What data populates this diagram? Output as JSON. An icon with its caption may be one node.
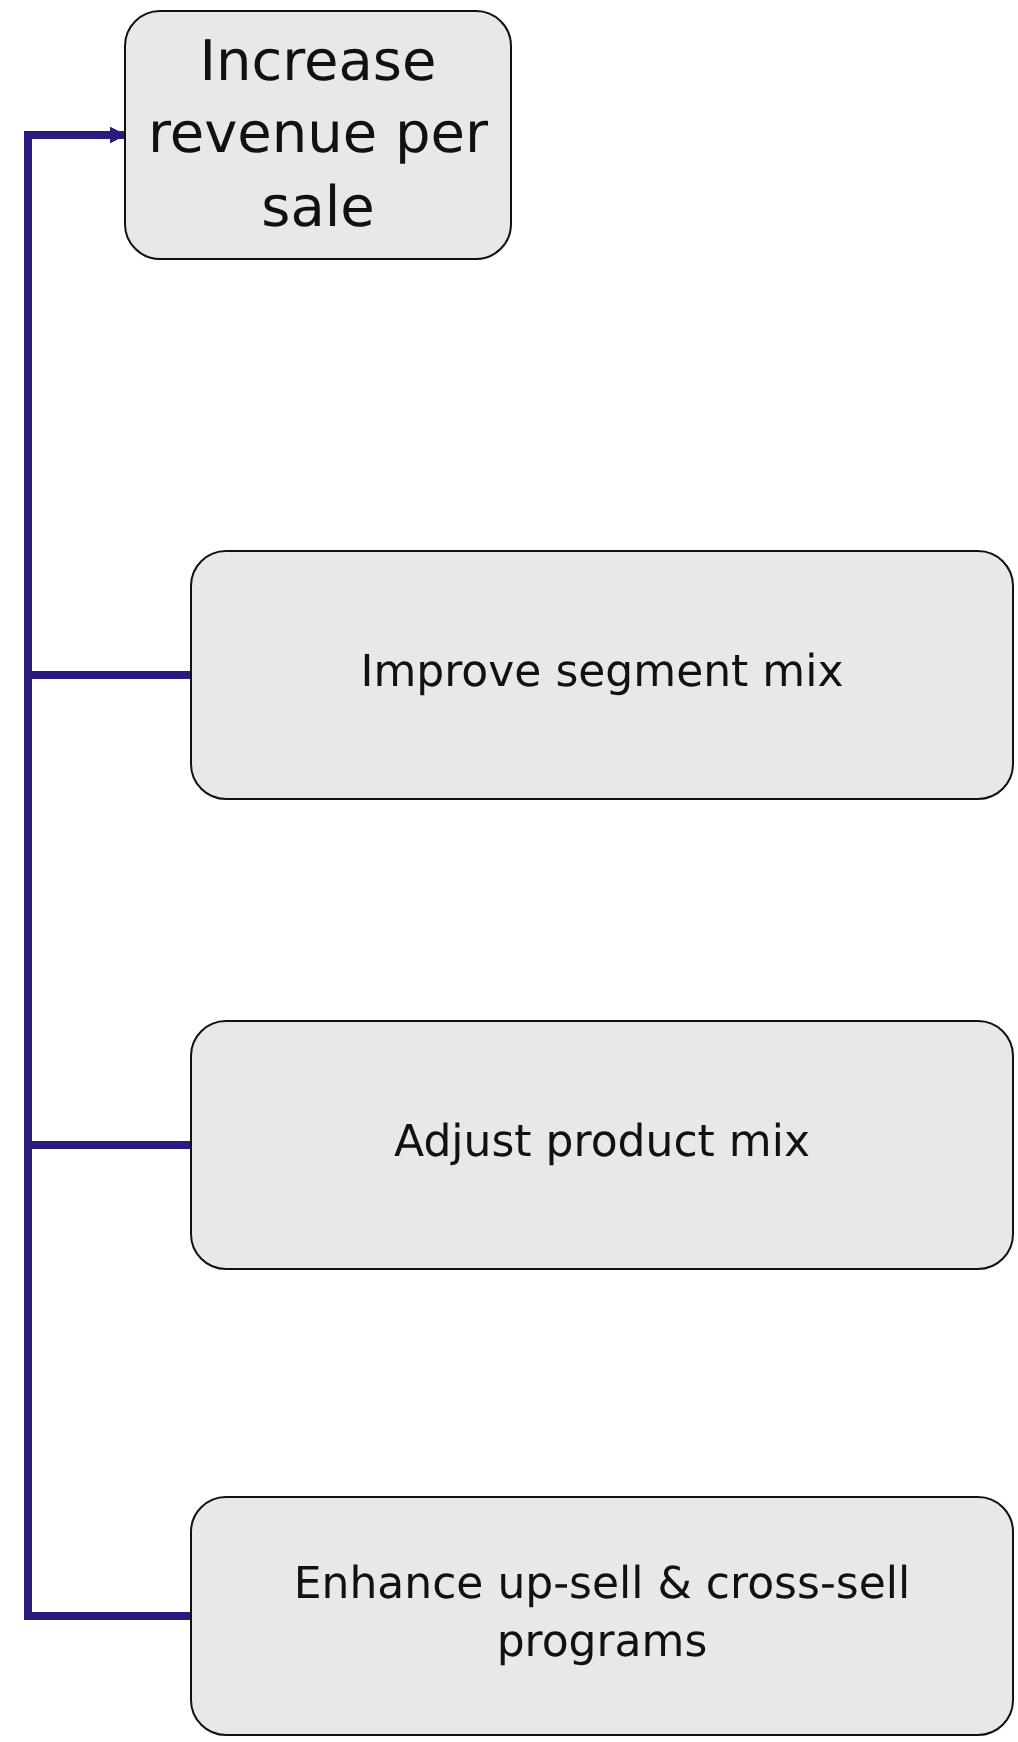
{
  "diagram": {
    "nodes": [
      {
        "text": [
          "Increase revenue per sale"
        ]
      },
      {
        "text": [
          "Improve segment mix"
        ]
      },
      {
        "text": [
          "Adjust product mix"
        ]
      },
      {
        "text": [
          "Enhance up-sell & cross-sell programs"
        ]
      }
    ],
    "edges": [
      {
        "from": 1,
        "to": 0,
        "arrow": "to"
      },
      {
        "from": 2,
        "to": 0,
        "arrow": "to"
      },
      {
        "from": 3,
        "to": 0,
        "arrow": "to"
      }
    ]
  }
}
